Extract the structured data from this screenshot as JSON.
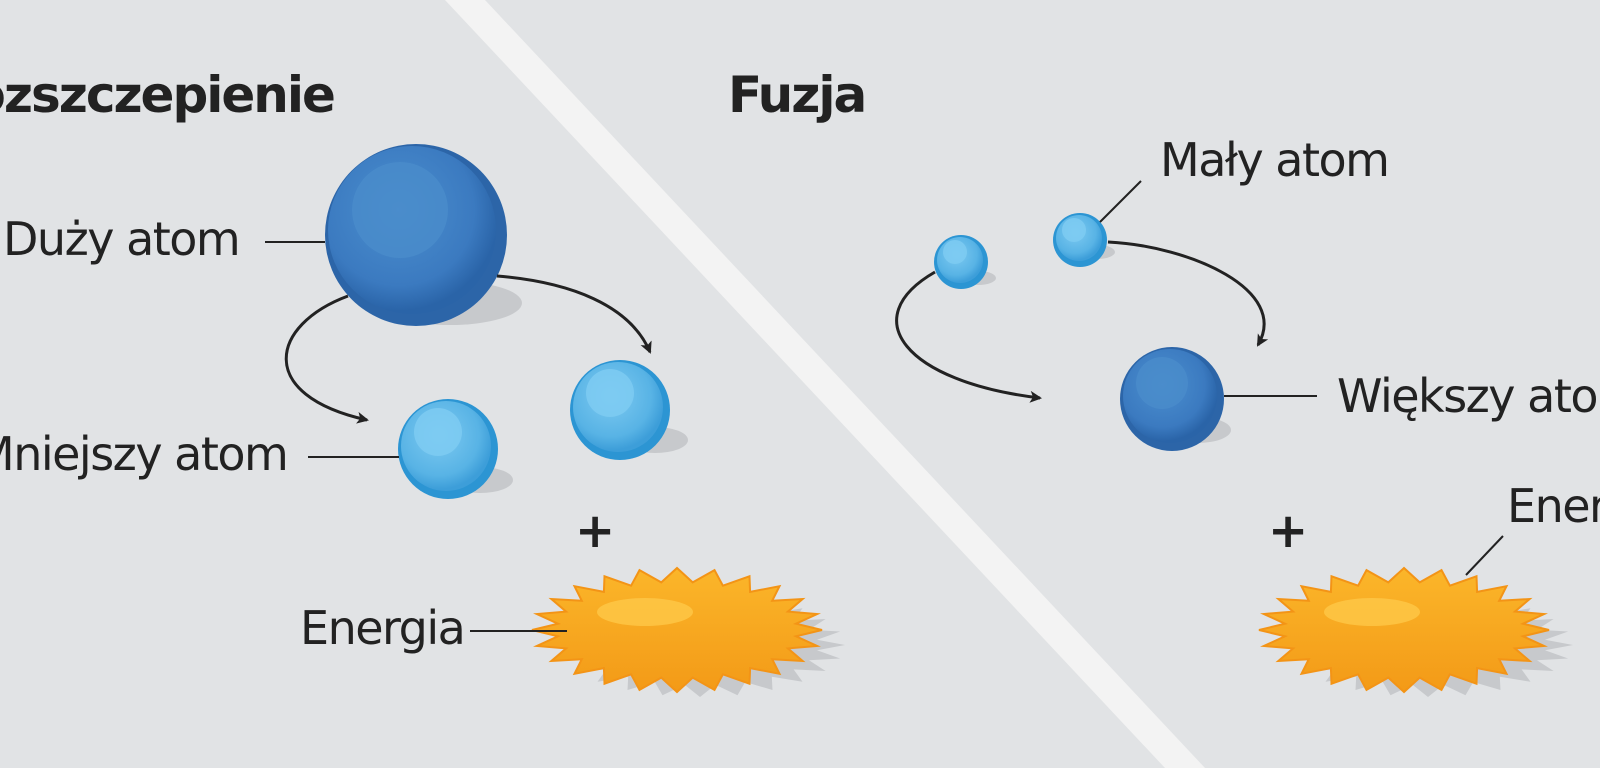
{
  "fission": {
    "title": "Rozszczepienie",
    "large_atom_label": "Duży atom",
    "smaller_atom_label": "Mniejszy atom",
    "plus": "+",
    "energy_label": "Energia"
  },
  "fusion": {
    "title": "Fuzja",
    "small_atom_label": "Mały atom",
    "larger_atom_label": "Większy atom",
    "plus": "+",
    "energy_label": "Energia"
  },
  "colors": {
    "background": "#e1e3e5",
    "divider": "#f3f3f3",
    "large_atom": "#3a78bf",
    "small_atom": "#5ab3e6",
    "energy": "#f6ab1f",
    "text": "#222222"
  }
}
